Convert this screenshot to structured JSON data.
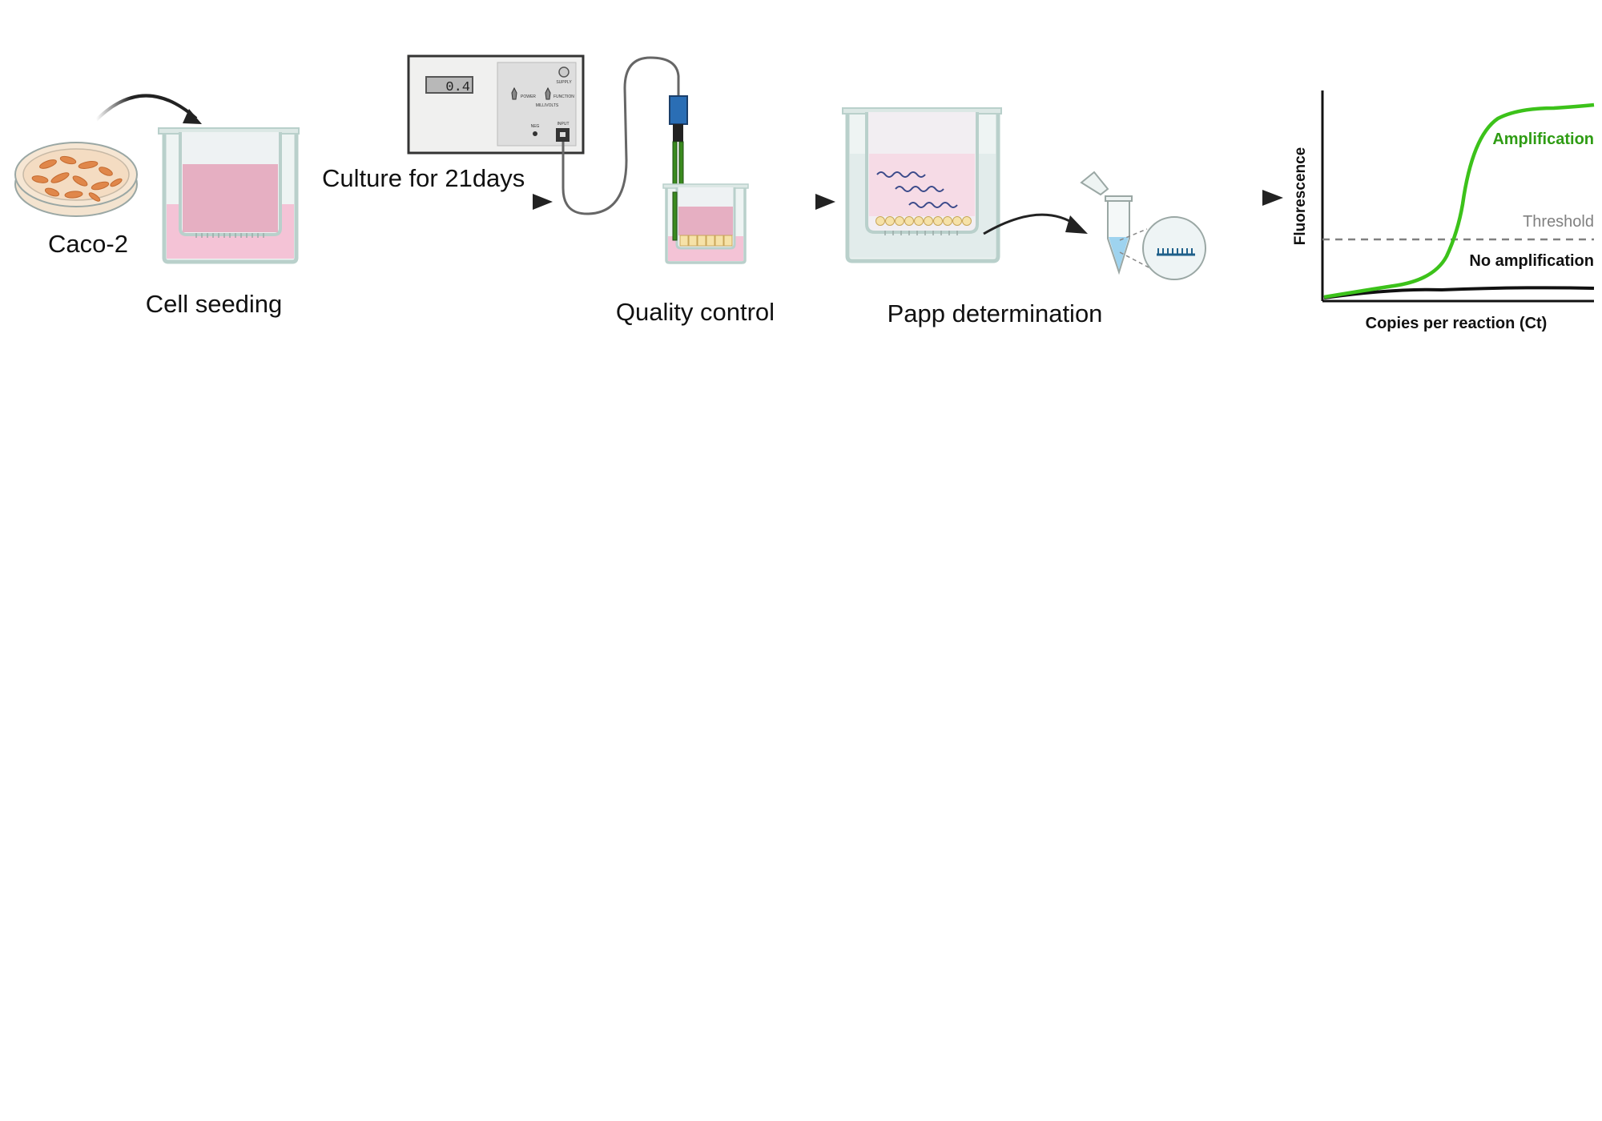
{
  "labels": {
    "cell_line": "Caco-2",
    "cell_seeding": "Cell seeding",
    "culture": "Culture for 21days",
    "quality_control": "Quality control",
    "papp": "Papp determination"
  },
  "meter": {
    "reading": "0.4",
    "supply": "SUPPLY",
    "power": "POWER",
    "function": "FUNCTION",
    "millivolts": "MILLIVOLTS",
    "neg": "NEG",
    "input": "INPUT"
  },
  "chart_data": {
    "type": "line",
    "xlabel": "Copies per reaction (Ct)",
    "ylabel": "Fluorescence",
    "series": [
      {
        "name": "Amplification"
      },
      {
        "name": "No amplification"
      }
    ],
    "annotations": [
      "Threshold"
    ],
    "colors": {
      "amplification": "#3cc21a",
      "no_amplification": "#111111",
      "threshold": "#808080"
    }
  },
  "colors": {
    "medium": "#e6afc2",
    "well_wall": "#b9d0cb",
    "arrow": "#222222"
  }
}
